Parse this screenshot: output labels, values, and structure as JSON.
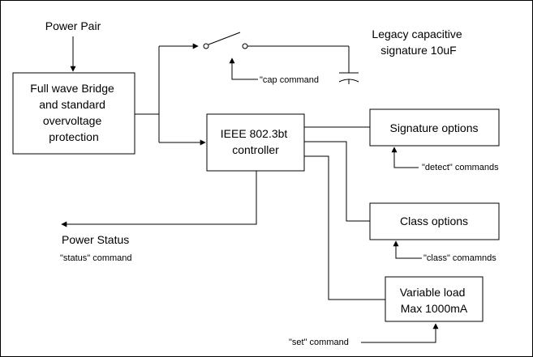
{
  "inputs": {
    "power_pair": "Power Pair"
  },
  "blocks": {
    "bridge": [
      "Full wave Bridge",
      "and standard",
      "overvoltage",
      "protection"
    ],
    "controller": [
      "IEEE 802.3bt",
      "controller"
    ],
    "signature_options": "Signature options",
    "class_options": "Class options",
    "variable_load": [
      "Variable load",
      "Max 1000mA"
    ]
  },
  "labels": {
    "legacy_cap": [
      "Legacy capacitive",
      "signature 10uF"
    ],
    "cap_command": "\"cap command",
    "detect_commands": "\"detect\" commands",
    "class_commands": "\"class\" comamnds",
    "set_command": "\"set\" command",
    "power_status": "Power Status",
    "status_command": "\"status\" command"
  },
  "colors": {
    "border": "#000000",
    "background": "#ffffff"
  }
}
